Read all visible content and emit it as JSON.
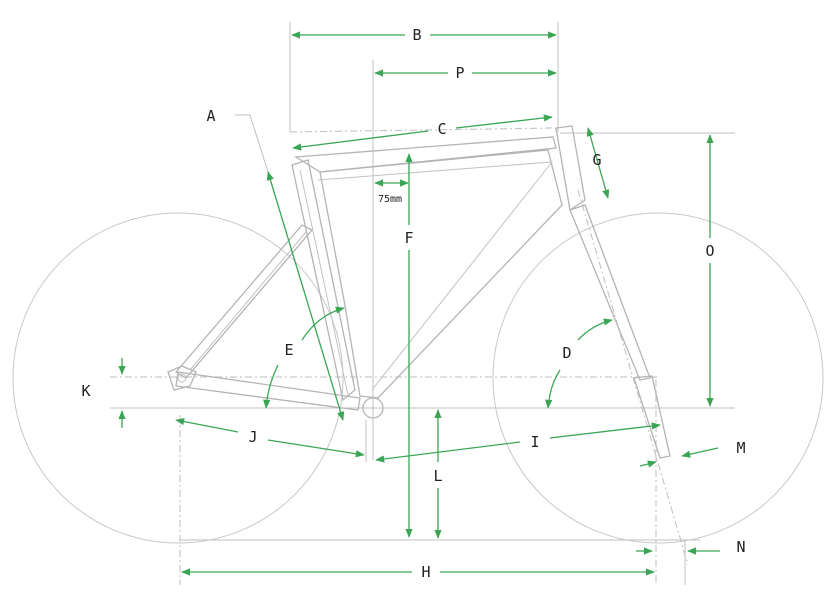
{
  "labels": {
    "A": "A",
    "B": "B",
    "C": "C",
    "D": "D",
    "E": "E",
    "F": "F",
    "G": "G",
    "H": "H",
    "I": "I",
    "J": "J",
    "K": "K",
    "L": "L",
    "M": "M",
    "N": "N",
    "O": "O",
    "P": "P"
  },
  "setback_note": "75mm",
  "colors": {
    "dimension": "#3aa655",
    "frame": "#b4b4b4",
    "text": "#222222"
  }
}
